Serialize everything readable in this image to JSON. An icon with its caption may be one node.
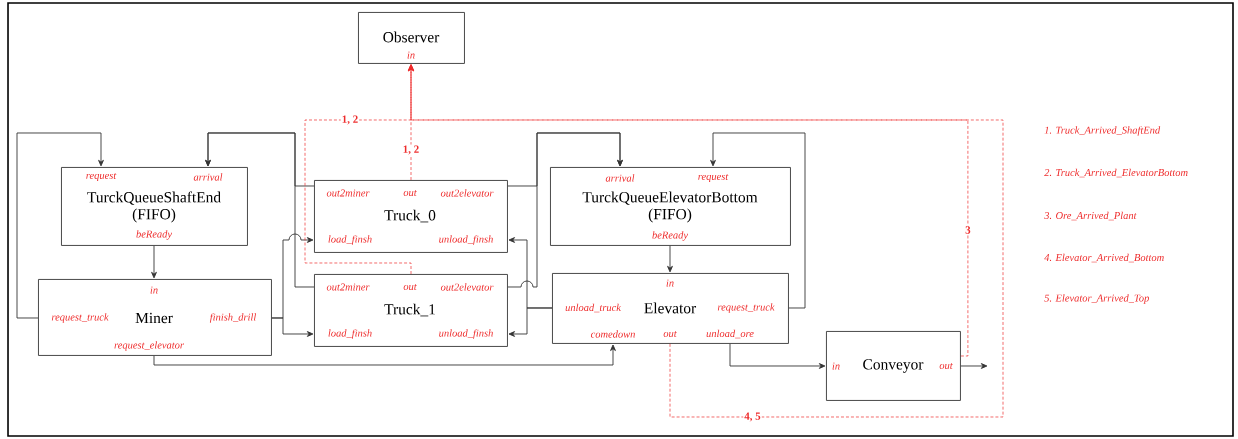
{
  "diagram": {
    "nodes": [
      {
        "text": [
          "Observer",
          "in"
        ]
      },
      {
        "text": [
          "request",
          "arrival",
          "TurckQueueShaftEnd (FIFO)",
          "beReady"
        ]
      },
      {
        "text": [
          "out2miner",
          "out",
          "out2elevator",
          "Truck_0",
          "load_finsh",
          "unload_finsh"
        ]
      },
      {
        "text": [
          "arrival",
          "request",
          "TurckQueueElevatorBottom (FIFO)",
          "beReady"
        ]
      },
      {
        "text": [
          "in",
          "request_truck",
          "Miner",
          "finish_drill",
          "request_elevator"
        ]
      },
      {
        "text": [
          "out2miner",
          "out",
          "out2elevator",
          "Truck_1",
          "load_finsh",
          "unload_finsh"
        ]
      },
      {
        "text": [
          "in",
          "unload_truck",
          "Elevator",
          "request_truck",
          "comedown",
          "out",
          "unload_ore"
        ]
      },
      {
        "text": [
          "in",
          "Conveyor",
          "out"
        ]
      }
    ],
    "edges": [
      {
        "from": 4,
        "to": 1,
        "arrow": "to"
      },
      {
        "from": 2,
        "to": 1,
        "arrow": "to"
      },
      {
        "from": 5,
        "to": 1,
        "arrow": "to"
      },
      {
        "from": 1,
        "to": 4,
        "arrow": "to"
      },
      {
        "from": 4,
        "to": 2,
        "arrow": "to"
      },
      {
        "from": 4,
        "to": 5,
        "arrow": "to"
      },
      {
        "from": 4,
        "to": 6,
        "arrow": "to"
      },
      {
        "from": 2,
        "to": 3,
        "arrow": "to"
      },
      {
        "from": 5,
        "to": 3,
        "arrow": "to"
      },
      {
        "from": 6,
        "to": 2,
        "arrow": "to"
      },
      {
        "from": 6,
        "to": 5,
        "arrow": "to"
      },
      {
        "from": 6,
        "to": 3,
        "arrow": "to"
      },
      {
        "from": 3,
        "to": 6,
        "arrow": "to"
      },
      {
        "from": 6,
        "to": 7,
        "arrow": "to"
      },
      {
        "from": 7,
        "to": null,
        "arrow": "to"
      },
      {
        "from": 2,
        "to": 0,
        "arrow": "to",
        "label": "1, 2",
        "style": "dashed",
        "color": "#ee2b2b"
      },
      {
        "from": 5,
        "to": 0,
        "arrow": "to",
        "label": "1, 2",
        "style": "dashed",
        "color": "#ee2b2b"
      },
      {
        "from": 7,
        "to": 0,
        "arrow": "to",
        "label": "3",
        "style": "dashed",
        "color": "#ee2b2b"
      },
      {
        "from": 6,
        "to": 0,
        "arrow": "to",
        "label": "4, 5",
        "style": "dashed",
        "color": "#ee2b2b"
      }
    ],
    "labels": [
      "1. Truck_Arrived_ShaftEnd",
      "2. Truck_Arrived_ElevatorBottom",
      "3. Ore_Arrived_Plant",
      "4. Elevator_Arrived_Bottom",
      "5. Elevator_Arrived_Top"
    ]
  }
}
